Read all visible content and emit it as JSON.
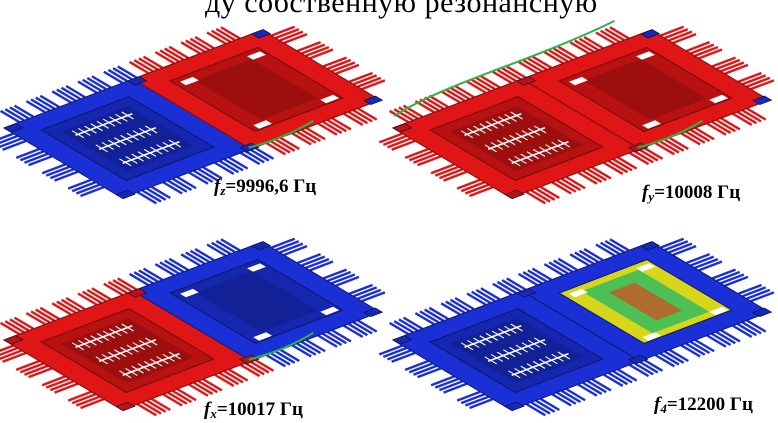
{
  "header_fragment": "ду собственную резонансную",
  "panels": [
    {
      "id": "tl",
      "symbol": "f",
      "subscript": "z",
      "value": "=9996,6 Гц",
      "left_color": "#1a2fd6",
      "right_color": "#e01515"
    },
    {
      "id": "tr",
      "symbol": "f",
      "subscript": "y",
      "value": "=10008 Гц",
      "left_color": "#e01515",
      "right_color": "#e01515"
    },
    {
      "id": "bl",
      "symbol": "f",
      "subscript": "x",
      "value": "=10017 Гц",
      "left_color": "#e01515",
      "right_color": "#1a2fd6"
    },
    {
      "id": "br",
      "symbol": "f",
      "subscript": "4",
      "value": "=12200 Гц",
      "left_color": "#1a2fd6",
      "right_color": "#d7d61a"
    }
  ],
  "colors": {
    "blue": "#1a2fd6",
    "red": "#e01515",
    "green": "#2bb34a",
    "yellow": "#d7d61a",
    "white": "#ffffff"
  }
}
